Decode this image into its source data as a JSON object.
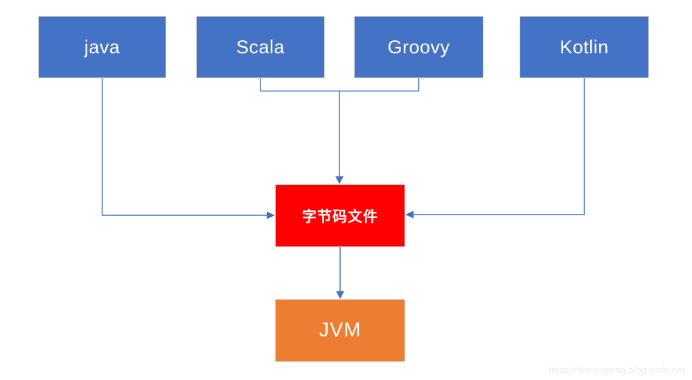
{
  "diagram": {
    "nodes": {
      "java": {
        "label": "java",
        "fill": "#4472C4",
        "text_color": "#FFFFFF"
      },
      "scala": {
        "label": "Scala",
        "fill": "#4472C4",
        "text_color": "#FFFFFF"
      },
      "groovy": {
        "label": "Groovy",
        "fill": "#4472C4",
        "text_color": "#FFFFFF"
      },
      "kotlin": {
        "label": "Kotlin",
        "fill": "#4472C4",
        "text_color": "#FFFFFF"
      },
      "bytecode": {
        "label": "字节码文件",
        "fill": "#FF0000",
        "text_color": "#FFFFFF"
      },
      "jvm": {
        "label": "JVM",
        "fill": "#ED7D31",
        "text_color": "#FFFFFF"
      }
    },
    "edges": [
      {
        "from": "java",
        "to": "bytecode"
      },
      {
        "from": "scala",
        "to": "bytecode"
      },
      {
        "from": "groovy",
        "to": "bytecode"
      },
      {
        "from": "kotlin",
        "to": "bytecode"
      },
      {
        "from": "bytecode",
        "to": "jvm"
      }
    ],
    "connector_color": "#4472C4"
  },
  "watermark": {
    "text": "https://ithuangqing.blog.csdn.net",
    "color": "#EBEBEB"
  }
}
